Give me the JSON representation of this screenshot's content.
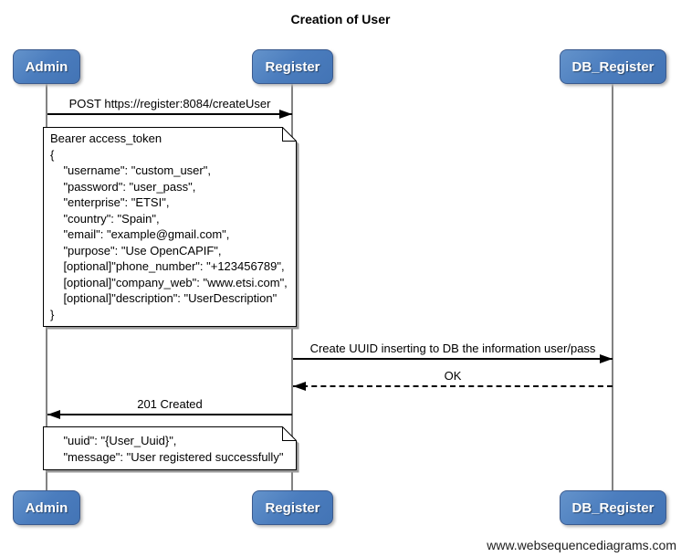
{
  "title": "Creation of User",
  "footer": "www.websequencediagrams.com",
  "actors": [
    {
      "name": "Admin"
    },
    {
      "name": "Register"
    },
    {
      "name": "DB_Register"
    }
  ],
  "messages": [
    {
      "label": "POST https://register:8084/createUser",
      "from": "Admin",
      "to": "Register",
      "style": "solid"
    },
    {
      "label": "Create UUID inserting to DB the information user/pass",
      "from": "Register",
      "to": "DB_Register",
      "style": "solid"
    },
    {
      "label": "OK",
      "from": "DB_Register",
      "to": "Register",
      "style": "dashed"
    },
    {
      "label": "201 Created",
      "from": "Register",
      "to": "Admin",
      "style": "solid"
    }
  ],
  "notes": [
    {
      "text": "Bearer access_token\n{\n    \"username\": \"custom_user\",\n    \"password\": \"user_pass\",\n    \"enterprise\": \"ETSI\",\n    \"country\": \"Spain\",\n    \"email\": \"example@gmail.com\",\n    \"purpose\": \"Use OpenCAPIF\",\n    [optional]\"phone_number\": \"+123456789\",\n    [optional]\"company_web\": \"www.etsi.com\",\n    [optional]\"description\": \"UserDescription\"\n}"
    },
    {
      "text": "    \"uuid\": \"{User_Uuid}\",\n    \"message\": \"User registered successfully\""
    }
  ],
  "colors": {
    "actor_fill": "#4b7dbe",
    "actor_border": "#3a5a8e",
    "actor_text": "#ffffff",
    "note_fill": "#ffffff",
    "note_border": "#000000",
    "note_shadow": "#999999",
    "lifeline": "#828282",
    "message_line": "#000000",
    "background": "#ffffff"
  }
}
